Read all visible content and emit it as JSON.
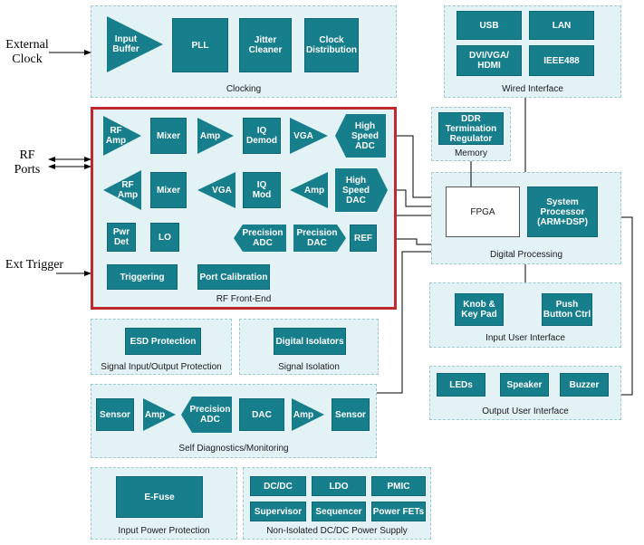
{
  "external": {
    "clock": "External\nClock",
    "rf_ports": "RF\nPorts",
    "ext_trigger": "Ext Trigger"
  },
  "clocking": {
    "label": "Clocking",
    "input_buffer": "Input\nBuffer",
    "pll": "PLL",
    "jitter_cleaner": "Jitter\nCleaner",
    "clock_distribution": "Clock\nDistribution"
  },
  "wired": {
    "label": "Wired Interface",
    "usb": "USB",
    "lan": "LAN",
    "dvi": "DVI/VGA/\nHDMI",
    "ieee": "IEEE488"
  },
  "memory": {
    "label": "Memory",
    "ddr": "DDR\nTermination\nRegulator"
  },
  "rf": {
    "label": "RF Front-End",
    "rf_amp_rx": "RF\nAmp",
    "mixer_rx": "Mixer",
    "amp_rx": "Amp",
    "iq_demod": "IQ\nDemod",
    "vga_rx": "VGA",
    "hs_adc": "High\nSpeed\nADC",
    "rf_amp_tx": "RF\nAmp",
    "mixer_tx": "Mixer",
    "vga_tx": "VGA",
    "iq_mod": "IQ\nMod",
    "amp_tx": "Amp",
    "hs_dac": "High\nSpeed\nDAC",
    "pwr_det": "Pwr\nDet",
    "lo": "LO",
    "precision_adc": "Precision\nADC",
    "precision_dac": "Precision\nDAC",
    "ref": "REF",
    "triggering": "Triggering",
    "port_calibration": "Port Calibration"
  },
  "digital": {
    "label": "Digital Processing",
    "fpga": "FPGA",
    "sys_proc": "System\nProcessor\n(ARM+DSP)"
  },
  "input_ui": {
    "label": "Input User Interface",
    "knob": "Knob &\nKey Pad",
    "push": "Push\nButton Ctrl"
  },
  "output_ui": {
    "label": "Output User Interface",
    "leds": "LEDs",
    "speaker": "Speaker",
    "buzzer": "Buzzer"
  },
  "signal_prot": {
    "label": "Signal Input/Output Protection",
    "esd": "ESD Protection"
  },
  "signal_iso": {
    "label": "Signal Isolation",
    "isolators": "Digital Isolators"
  },
  "diag": {
    "label": "Self Diagnostics/Monitoring",
    "sensor1": "Sensor",
    "amp1": "Amp",
    "adc": "Precision\nADC",
    "dac": "DAC",
    "amp2": "Amp",
    "sensor2": "Sensor"
  },
  "input_power": {
    "label": "Input Power Protection",
    "efuse": "E-Fuse"
  },
  "power": {
    "label": "Non-Isolated DC/DC Power Supply",
    "dcdc": "DC/DC",
    "ldo": "LDO",
    "pmic": "PMIC",
    "supervisor": "Supervisor",
    "sequencer": "Sequencer",
    "powerfets": "Power FETs"
  },
  "colors": {
    "block": "#177f8c",
    "panel": "#e3f2f5",
    "rf_border": "#c0282d"
  }
}
